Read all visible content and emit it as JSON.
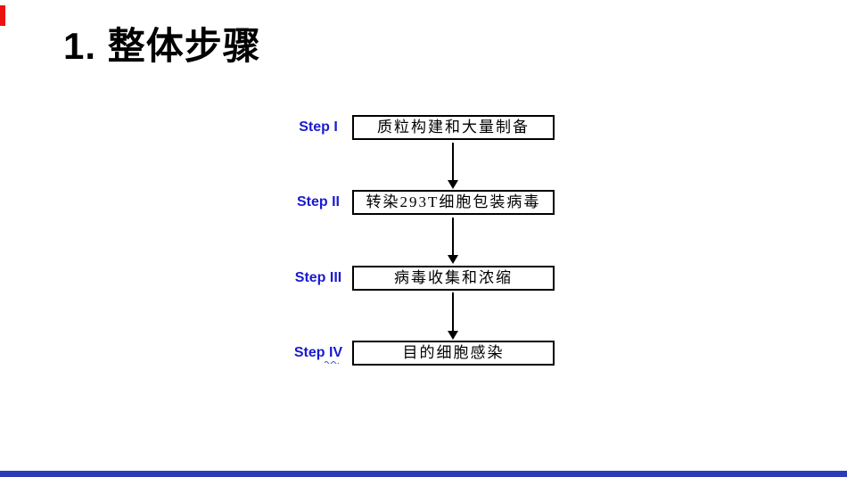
{
  "slide": {
    "title": "1. 整体步骤",
    "accent_color": "#ee1111",
    "footer_color": "#2b3cb8",
    "label_color": "#1a1ad1"
  },
  "icons": {
    "flow_arrow": "down-arrow",
    "spellcheck_mark": "wavy-underline"
  },
  "flow": {
    "steps": [
      {
        "label": "Step I",
        "text": "质粒构建和大量制备"
      },
      {
        "label": "Step II",
        "text": "转染293T细胞包装病毒"
      },
      {
        "label": "Step III",
        "text": "病毒收集和浓缩"
      },
      {
        "label": "Step IV",
        "text": "目的细胞感染"
      }
    ]
  }
}
